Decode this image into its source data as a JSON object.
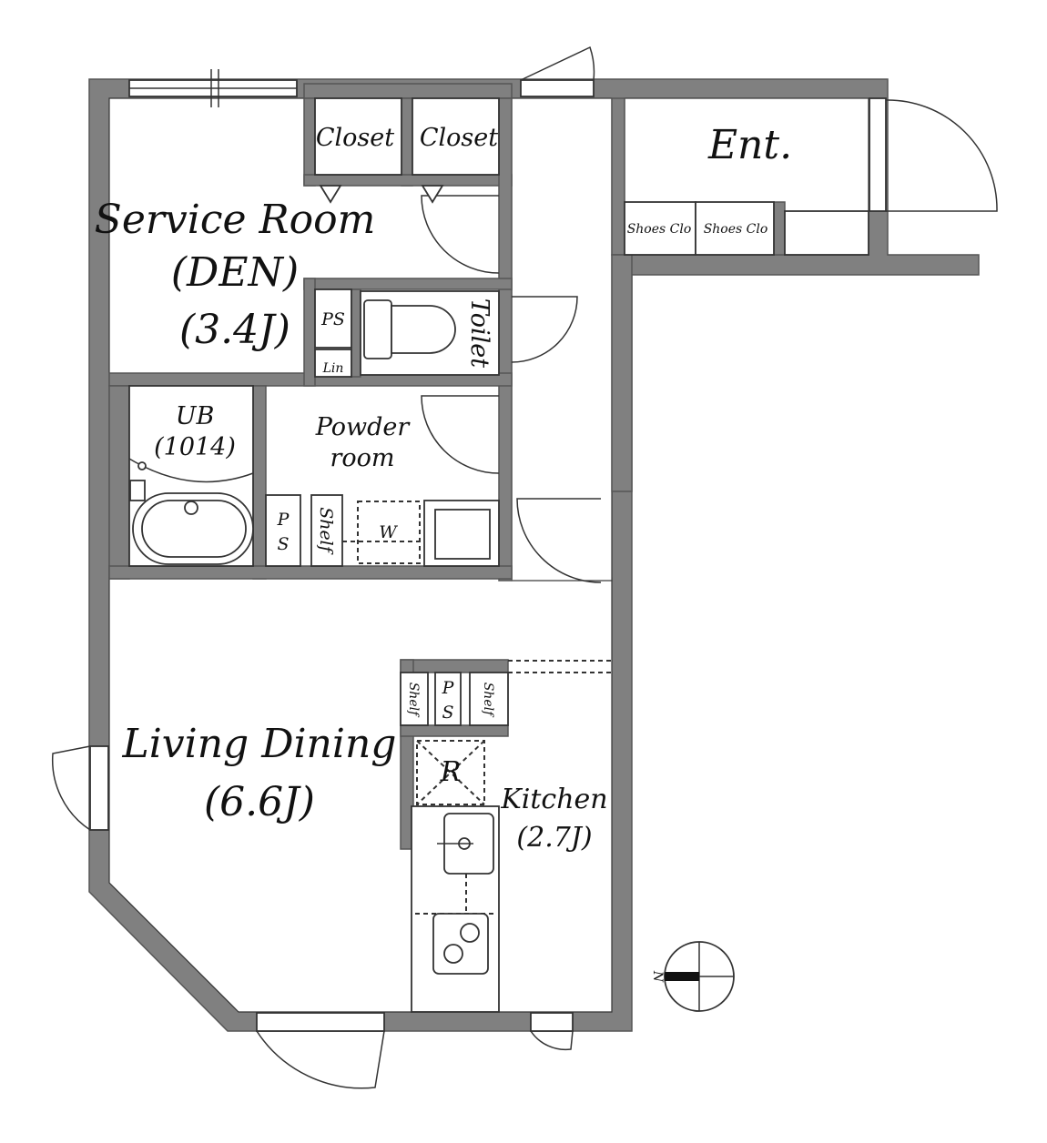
{
  "rooms": {
    "service_room_name": "Service Room",
    "service_room_sub": "(DEN)",
    "service_room_size": "(3.4J)",
    "closet_1": "Closet",
    "closet_2": "Closet",
    "entrance": "Ent.",
    "shoes_closet_1": "Shoes Clo",
    "shoes_closet_2": "Shoes Clo",
    "toilet": "Toilet",
    "ps_upper": "PS",
    "linen": "Lin",
    "unit_bath": "UB",
    "unit_bath_size": "(1014)",
    "powder_room_line1": "Powder",
    "powder_room_line2": "room",
    "ps_mid_1": "P",
    "ps_mid_2": "S",
    "shelf_mid": "Shelf",
    "washer": "W",
    "living_dining": "Living Dining",
    "living_dining_size": "(6.6J)",
    "kitchen_shelf_1": "Shelf",
    "kitchen_ps_1": "P",
    "kitchen_ps_2": "S",
    "kitchen_shelf_2": "Shelf",
    "refrigerator": "R",
    "kitchen": "Kitchen",
    "kitchen_size": "(2.7J)"
  },
  "compass": {
    "north_label": "N"
  },
  "colors": {
    "wall": "#808080",
    "floor": "#ffffff",
    "line": "#333333"
  }
}
